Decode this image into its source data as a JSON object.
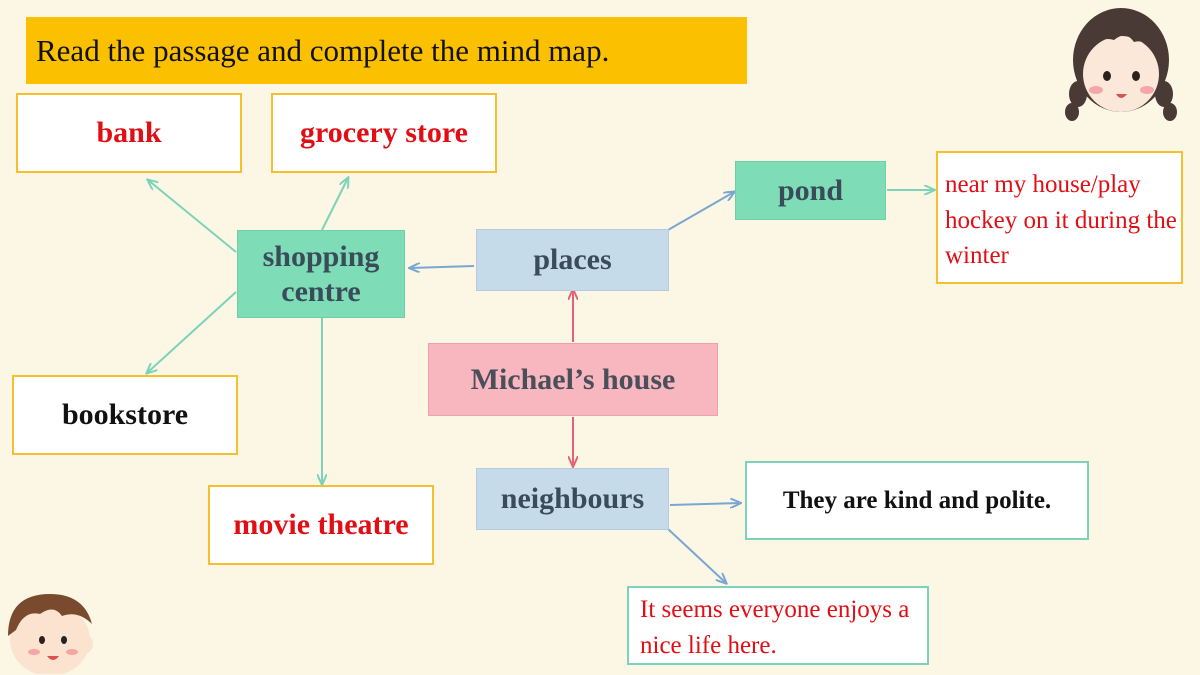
{
  "instruction": "Read the passage and complete the mind map.",
  "center": "Michael’s house",
  "places": {
    "label": "places",
    "shopping_centre": {
      "label_line1": "shopping",
      "label_line2": "centre",
      "bank": "bank",
      "grocery_store": "grocery store",
      "bookstore": "bookstore",
      "movie_theatre": "movie theatre"
    },
    "pond": {
      "label": "pond",
      "detail": "near my house/play hockey on it during the winter"
    }
  },
  "neighbours": {
    "label": "neighbours",
    "detail1": "They are kind and polite.",
    "detail2": "It seems everyone enjoys a nice life here."
  },
  "colors": {
    "banner": "#FBC000",
    "answer_red": "#E10E14",
    "arrow_teal": "#7DD3B9",
    "arrow_blue": "#7BA6D2",
    "arrow_pink": "#E5617A",
    "background": "#FBF7E4"
  }
}
